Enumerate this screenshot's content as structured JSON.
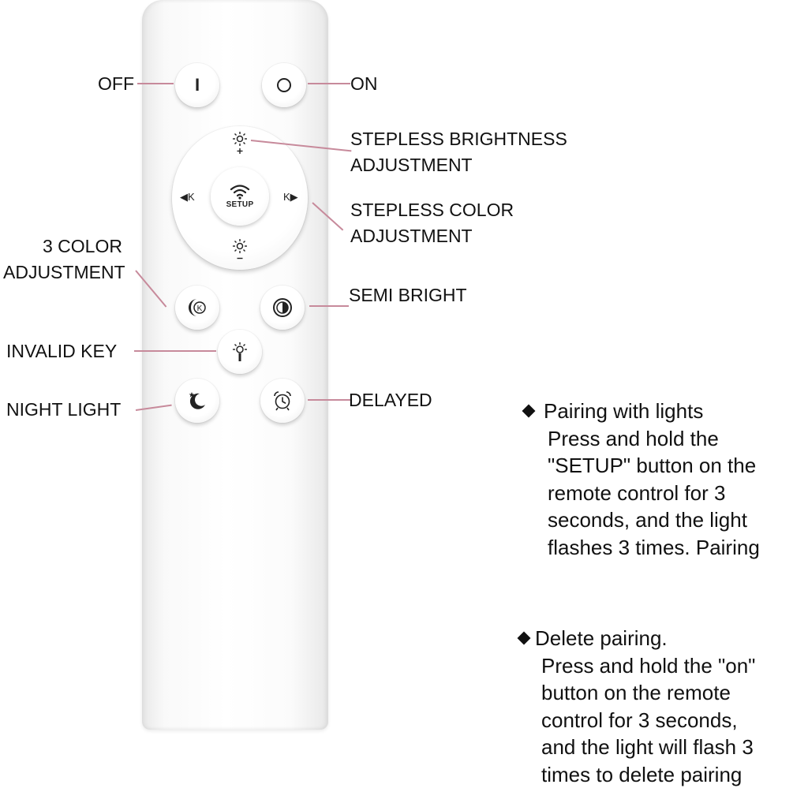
{
  "callouts": {
    "off": "OFF",
    "on": "ON",
    "brightness_1": "STEPLESS BRIGHTNESS",
    "brightness_2": "ADJUSTMENT",
    "color_1": "STEPLESS COLOR",
    "color_2": "ADJUSTMENT",
    "three_color_1": "3 COLOR",
    "three_color_2": "ADJUSTMENT",
    "semi_bright": "SEMI BRIGHT",
    "invalid_key": "INVALID KEY",
    "night_light": "NIGHT LIGHT",
    "delayed": "DELAYED"
  },
  "remote": {
    "setup_label": "SETUP",
    "dpad_left": "◀K",
    "dpad_right": "K▶",
    "off_glyph": "I",
    "k_glyph": "K",
    "icons": [
      "power-off-icon",
      "power-on-icon",
      "wifi-icon",
      "brightness-up-icon",
      "brightness-down-icon",
      "three-color-icon",
      "half-circle-icon",
      "lamp-icon",
      "moon-star-icon",
      "alarm-clock-icon"
    ]
  },
  "notes": {
    "pairing": {
      "title": "Pairing with lights",
      "lines": [
        "Press and hold the",
        "\"SETUP\" button on the",
        "remote control for 3",
        "seconds, and the light",
        "flashes 3 times. Pairing"
      ]
    },
    "delete": {
      "title": "Delete pairing.",
      "lines": [
        "Press and hold the \"on\"",
        "button on the remote",
        "control for 3 seconds,",
        "and the light will flash 3",
        "times to delete pairing"
      ]
    }
  },
  "colors": {
    "leader_line": "#c78a9b",
    "text": "#111111"
  }
}
